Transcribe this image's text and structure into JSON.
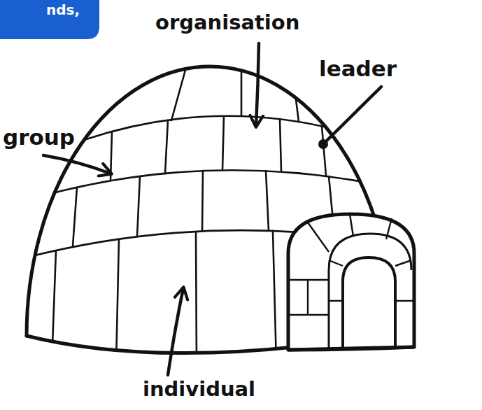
{
  "diagram": {
    "labels": [
      "nds,",
      "organisation",
      "leader",
      "group",
      "individual"
    ]
  }
}
